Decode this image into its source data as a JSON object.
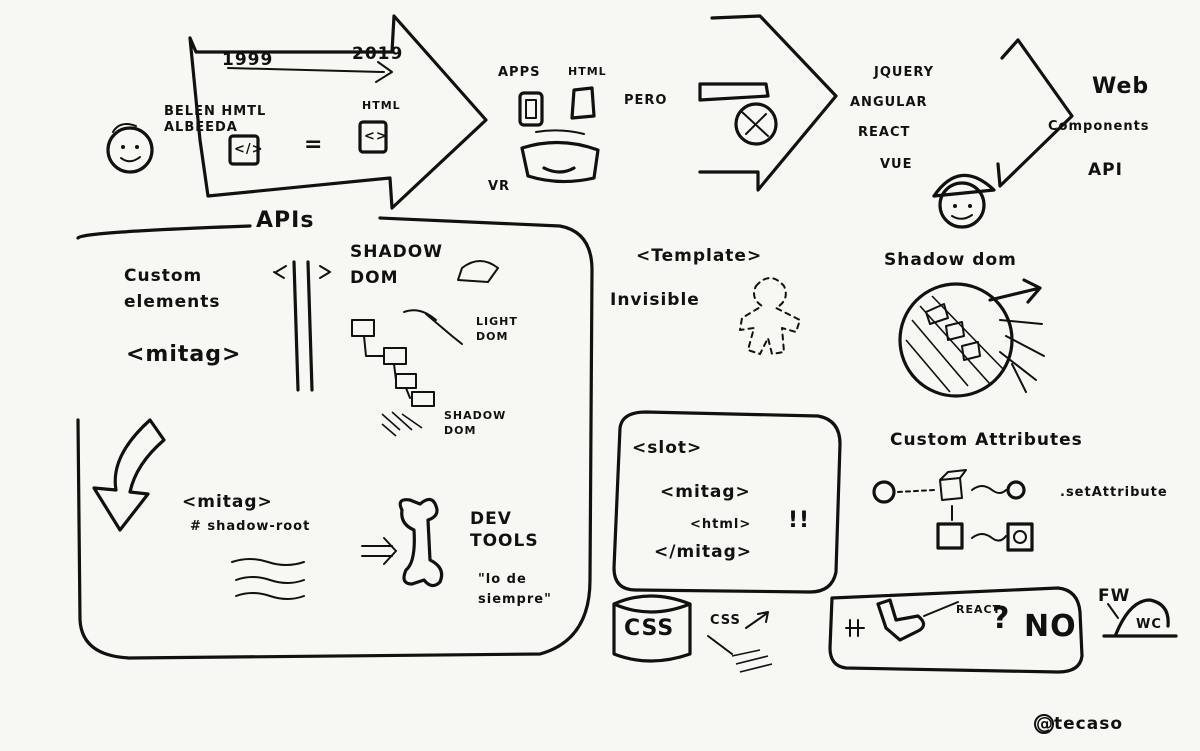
{
  "timeline": {
    "start_year": "1999",
    "end_year": "2019"
  },
  "intro": {
    "person": "BELEN HMTL ALBEEDA",
    "html_left": "</>",
    "equals": "=",
    "html_right_label": "HTML",
    "html_right": "<>"
  },
  "apps": {
    "apps_label": "APPS",
    "html_label": "HTML",
    "vr_label": "VR"
  },
  "pero": {
    "label": "PERO"
  },
  "frameworks": {
    "items": [
      "JQUERY",
      "ANGULAR",
      "REACT",
      "VUE"
    ]
  },
  "web_components": {
    "title": "Web",
    "subtitle": "Components",
    "api": "API"
  },
  "apis": {
    "title": "APIs",
    "custom_elements": "Custom elements",
    "mitag": "<mitag>",
    "shadow_dom": "SHADOW DOM",
    "light_dom": "LIGHT DOM",
    "shadow_dom_small": "SHADOW DOM",
    "mitag_root": "<mitag>",
    "shadow_root": "# shadow-root",
    "dev_tools": "DEV TOOLS",
    "quote": "\"lo de siempre\""
  },
  "template": {
    "tag": "<Template>",
    "desc": "Invisible"
  },
  "shadow_dom_right": {
    "title": "Shadow dom"
  },
  "slot": {
    "line1": "<slot>",
    "line2": "<mitag>",
    "line3": "<html>",
    "excl": "!!",
    "line4": "</mitag>"
  },
  "css": {
    "box": "CSS",
    "label": "CSS"
  },
  "custom_attributes": {
    "title": "Custom Attributes",
    "method": ".setAttribute"
  },
  "react_no": {
    "react": "REACT",
    "q": "?",
    "no": "NO"
  },
  "fw": {
    "label": "FW",
    "wc": "WC"
  },
  "signature": "@tecaso"
}
